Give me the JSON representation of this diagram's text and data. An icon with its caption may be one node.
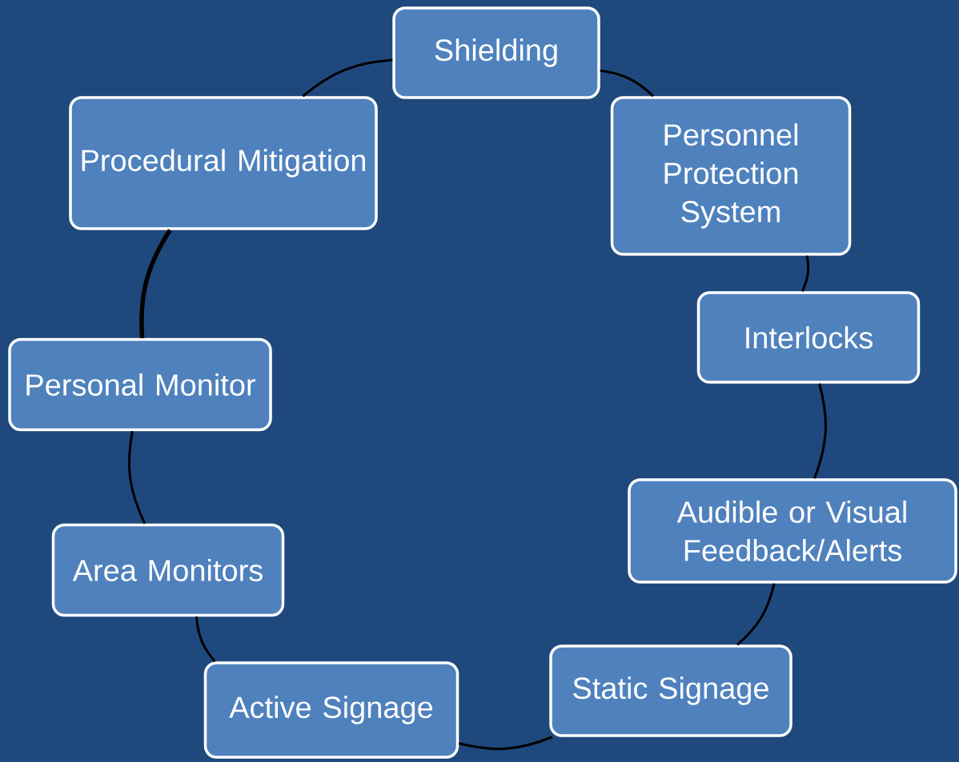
{
  "diagram": {
    "nodes": [
      {
        "text": [
          "Shielding"
        ]
      },
      {
        "text": [
          "Procedural Mitigation"
        ]
      },
      {
        "text": [
          "Personnel Protection System"
        ]
      },
      {
        "text": [
          "Interlocks"
        ]
      },
      {
        "text": [
          "Personal Monitor"
        ]
      },
      {
        "text": [
          "Audible or Visual Feedback/Alerts"
        ]
      },
      {
        "text": [
          "Area Monitors"
        ]
      },
      {
        "text": [
          "Static Signage"
        ]
      },
      {
        "text": [
          "Active Signage"
        ]
      }
    ],
    "edges": [
      {
        "from": 0,
        "to": 2,
        "arrow": "none"
      },
      {
        "from": 2,
        "to": 3,
        "arrow": "none"
      },
      {
        "from": 3,
        "to": 5,
        "arrow": "none"
      },
      {
        "from": 5,
        "to": 7,
        "arrow": "none"
      },
      {
        "from": 7,
        "to": 8,
        "arrow": "none"
      },
      {
        "from": 8,
        "to": 6,
        "arrow": "none"
      },
      {
        "from": 6,
        "to": 4,
        "arrow": "none"
      },
      {
        "from": 4,
        "to": 1,
        "arrow": "none",
        "style": "thick"
      },
      {
        "from": 1,
        "to": 0,
        "arrow": "none"
      }
    ]
  }
}
